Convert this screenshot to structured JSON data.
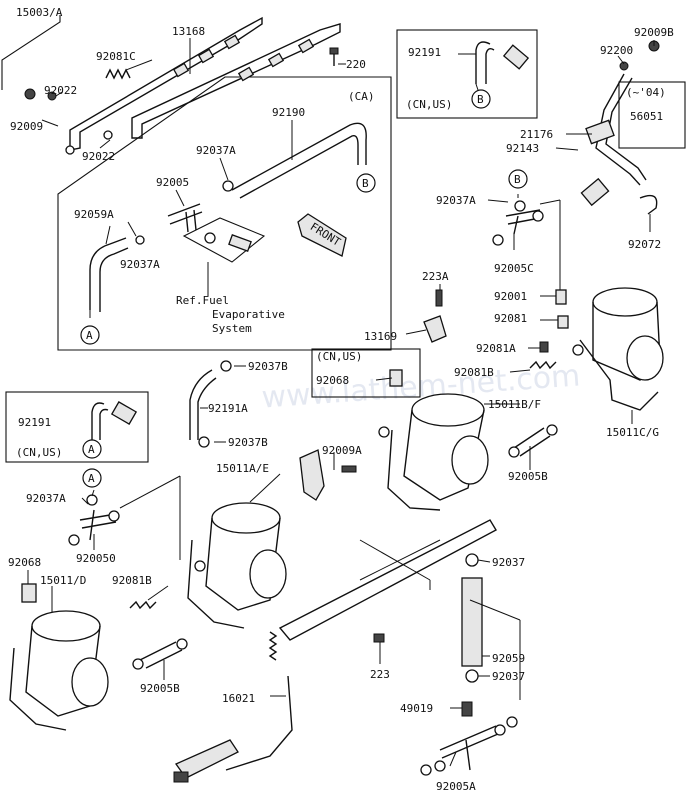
{
  "watermark": "www.lathem-net.com",
  "labels": [
    {
      "id": "l15003a",
      "text": "15003/A"
    },
    {
      "id": "l13168",
      "text": "13168"
    },
    {
      "id": "l92081c",
      "text": "92081C"
    },
    {
      "id": "l220",
      "text": "220"
    },
    {
      "id": "l92022a",
      "text": "92022"
    },
    {
      "id": "l92009",
      "text": "92009"
    },
    {
      "id": "l92022b",
      "text": "92022"
    },
    {
      "id": "lca",
      "text": "(CA)"
    },
    {
      "id": "l92190",
      "text": "92190"
    },
    {
      "id": "l92037a1",
      "text": "92037A"
    },
    {
      "id": "l92005",
      "text": "92005"
    },
    {
      "id": "l92059a",
      "text": "92059A"
    },
    {
      "id": "l92037a2",
      "text": "92037A"
    },
    {
      "id": "lref1",
      "text": "Ref.Fuel"
    },
    {
      "id": "lref2",
      "text": "Evaporative"
    },
    {
      "id": "lref3",
      "text": "System"
    },
    {
      "id": "l92191t",
      "text": "92191"
    },
    {
      "id": "lcnus1",
      "text": "(CN,US)"
    },
    {
      "id": "l92009b",
      "text": "92009B"
    },
    {
      "id": "l92200",
      "text": "92200"
    },
    {
      "id": "l04",
      "text": "(~'04)"
    },
    {
      "id": "l56051",
      "text": "56051"
    },
    {
      "id": "l21176",
      "text": "21176"
    },
    {
      "id": "l92143",
      "text": "92143"
    },
    {
      "id": "l92037a3",
      "text": "92037A"
    },
    {
      "id": "l92005c",
      "text": "92005C"
    },
    {
      "id": "l92072",
      "text": "92072"
    },
    {
      "id": "l223a",
      "text": "223A"
    },
    {
      "id": "l92001",
      "text": "92001"
    },
    {
      "id": "l92081",
      "text": "92081"
    },
    {
      "id": "l13169",
      "text": "13169"
    },
    {
      "id": "l92081a",
      "text": "92081A"
    },
    {
      "id": "lcnus2",
      "text": "(CN,US)"
    },
    {
      "id": "l92068a",
      "text": "92068"
    },
    {
      "id": "l92037b1",
      "text": "92037B"
    },
    {
      "id": "l92191a",
      "text": "92191A"
    },
    {
      "id": "l92081b1",
      "text": "92081B"
    },
    {
      "id": "l15011bf",
      "text": "15011B/F"
    },
    {
      "id": "l15011cg",
      "text": "15011C/G"
    },
    {
      "id": "l92191b",
      "text": "92191"
    },
    {
      "id": "lcnus3",
      "text": "(CN,US)"
    },
    {
      "id": "l92037b2",
      "text": "92037B"
    },
    {
      "id": "l92009a",
      "text": "92009A"
    },
    {
      "id": "l15011ae",
      "text": "15011A/E"
    },
    {
      "id": "l92005b1",
      "text": "92005B"
    },
    {
      "id": "l92037a4",
      "text": "92037A"
    },
    {
      "id": "l92005o",
      "text": "920050"
    },
    {
      "id": "l92068b",
      "text": "92068"
    },
    {
      "id": "l15011d",
      "text": "15011/D"
    },
    {
      "id": "l92081b2",
      "text": "92081B"
    },
    {
      "id": "l92037",
      "text": "92037"
    },
    {
      "id": "l223",
      "text": "223"
    },
    {
      "id": "l92005b2",
      "text": "92005B"
    },
    {
      "id": "l16021",
      "text": "16021"
    },
    {
      "id": "l92059",
      "text": "92059"
    },
    {
      "id": "l92037c",
      "text": "92037"
    },
    {
      "id": "l49019",
      "text": "49019"
    },
    {
      "id": "l92005a",
      "text": "92005A"
    }
  ],
  "refs": [
    {
      "id": "rA1",
      "text": "A"
    },
    {
      "id": "rB1",
      "text": "B"
    },
    {
      "id": "rB2",
      "text": "B"
    },
    {
      "id": "rB3",
      "text": "B"
    },
    {
      "id": "rA2",
      "text": "A"
    },
    {
      "id": "rA3",
      "text": "A"
    }
  ],
  "front_label": "FRONT"
}
